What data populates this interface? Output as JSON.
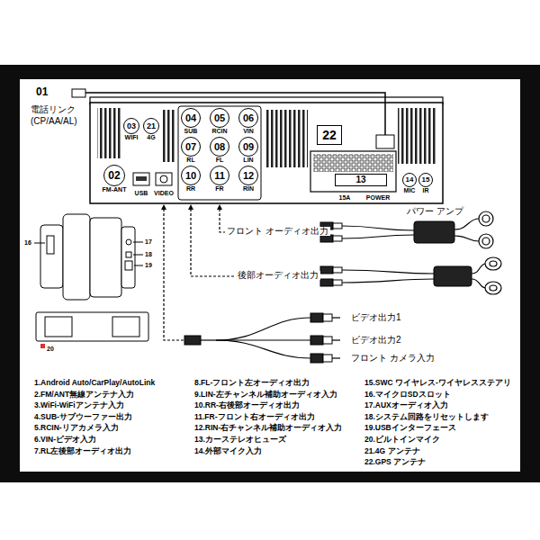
{
  "diagram": {
    "nodes": [
      {
        "text": [
          "03",
          "WIFI"
        ]
      },
      {
        "text": [
          "21",
          "4G"
        ]
      },
      {
        "text": [
          "02",
          "FM-ANT"
        ]
      },
      {
        "text": [
          "04",
          "SUB"
        ]
      },
      {
        "text": [
          "05",
          "RCIN"
        ]
      },
      {
        "text": [
          "06",
          "VIN"
        ]
      },
      {
        "text": [
          "07",
          "RL"
        ]
      },
      {
        "text": [
          "08",
          "FL"
        ]
      },
      {
        "text": [
          "09",
          "LIN"
        ]
      },
      {
        "text": [
          "10",
          "RR"
        ]
      },
      {
        "text": [
          "11",
          "FR"
        ]
      },
      {
        "text": [
          "12",
          "RIN"
        ]
      },
      {
        "text": [
          "22"
        ]
      },
      {
        "text": [
          "13"
        ]
      },
      {
        "text": [
          "14",
          "MIC"
        ]
      },
      {
        "text": [
          "15",
          "IR"
        ]
      }
    ],
    "labels": [
      "01",
      "電話リンク",
      "(CP/AA/AL)",
      "USB",
      "VIDEO",
      "16",
      "17",
      "18",
      "19",
      "20",
      "フロント オーディオ出力",
      "パワー アンプ",
      "後部オーディオ出力",
      "ビデオ出力1",
      "ビデオ出力2",
      "フロント カメラ入力",
      "15A",
      "POWER",
      "1.Android Auto/CarPlay/AutoLink",
      "2.FM/ANT無線アンテナ入力",
      "3.WiFi-WiFiアンテナ入力",
      "4.SUB-サブウーファー出力",
      "5.RCIN-リアカメラ入力",
      "6.VIN-ビデオ入力",
      "7.RL左後部オーディオ出力",
      "8.FL-フロント左オーディオ出力",
      "9.LIN-左チャンネル補助オーディオ入力",
      "10.RR-右後部オーディオ出力",
      "11.FR-フロント右オーディオ出力",
      "12.RIN-右チャンネル補助オーディオ入力",
      "13.カーステレオヒューズ",
      "14.外部マイク入力",
      "15.SWC ワイヤレス-ワイヤレスステアリ",
      "16.マイクロSDスロット",
      "17.AUXオーディオ入力",
      "18.システム回路をリセットします",
      "19.USBインターフェース",
      "20.ビルトインマイク",
      "21.4G アンテナ",
      "22.GPS アンテナ"
    ]
  }
}
